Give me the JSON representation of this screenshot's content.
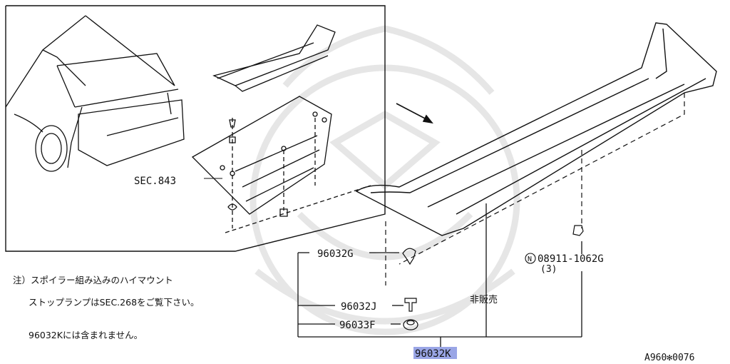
{
  "inset": {
    "section_ref": "SEC.843"
  },
  "note": {
    "prefix": "注）",
    "line1": "スポイラー組み込みのハイマウント",
    "line2": "ストップランプはSEC.268をご覧下さい。",
    "line3": "96032Kには含まれません。"
  },
  "parts": {
    "p_96032G": "96032G",
    "p_96032J": "96032J",
    "p_96033F": "96033F",
    "p_96032K": "96032K",
    "nut_symbol": "N",
    "nut_number": "08911-1062G",
    "nut_qty": "(3)",
    "not_for_sale": "非販売"
  },
  "diagram_code": "A960✻0076",
  "colors": {
    "line": "#111111",
    "highlight": "#9aa6e6",
    "watermark": "#e6e6e6"
  }
}
